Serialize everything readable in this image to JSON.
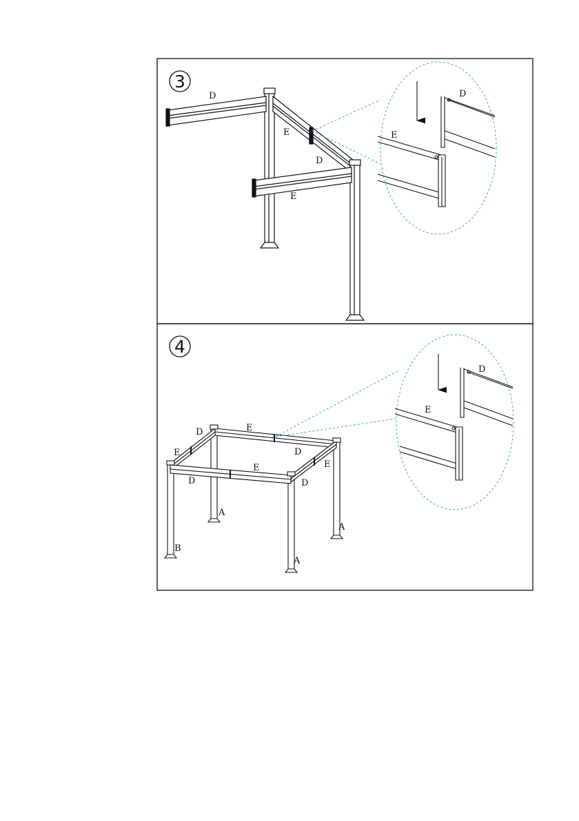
{
  "steps": [
    {
      "number": "3",
      "labels": {
        "d_top": "D",
        "e_brace": "E",
        "d_brace": "D",
        "e_front": "E"
      },
      "detail": {
        "d": "D",
        "e": "E"
      }
    },
    {
      "number": "4",
      "labels": {
        "e_back": "E",
        "d_left_back": "D",
        "e_left": "E",
        "d_right_back": "D",
        "e_right": "E",
        "e_front": "E",
        "d_front_left": "D",
        "d_front_right": "D",
        "a_back": "A",
        "a_right": "A",
        "a_front": "A",
        "b_left": "B"
      },
      "detail": {
        "d": "D",
        "e": "E"
      }
    }
  ],
  "colors": {
    "line": "#111111",
    "callout": "#3aa6c8"
  }
}
